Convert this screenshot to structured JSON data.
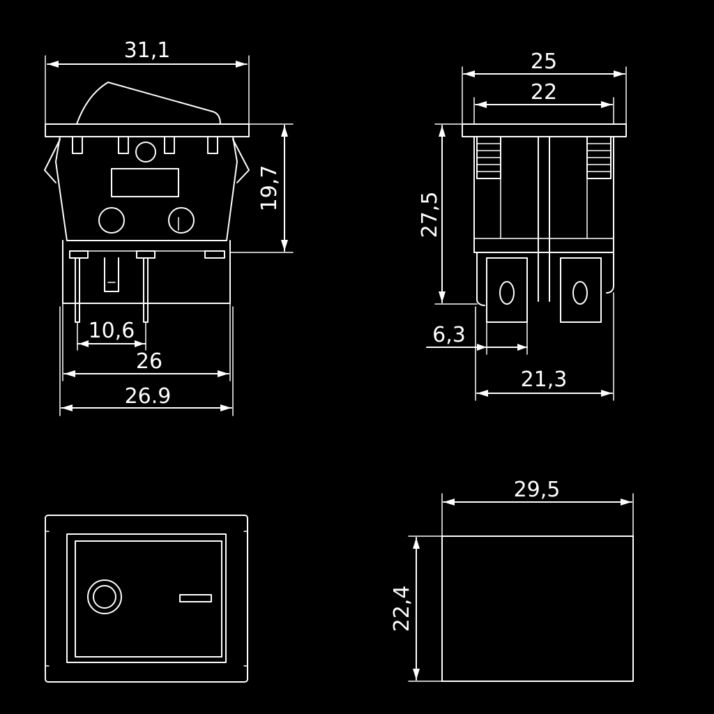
{
  "dimensions": {
    "front_top_width": "31,1",
    "front_body_height": "19,7",
    "front_pin_spacing": "10,6",
    "front_inner_width": "26",
    "front_outer_width": "26.9",
    "side_top_width": "25",
    "side_inner_width": "22",
    "side_height": "27,5",
    "side_terminal_width": "6,3",
    "side_bottom_width": "21,3",
    "cutout_width": "29,5",
    "cutout_height": "22,4"
  },
  "colors": {
    "background": "#000000",
    "line": "#ffffff"
  }
}
